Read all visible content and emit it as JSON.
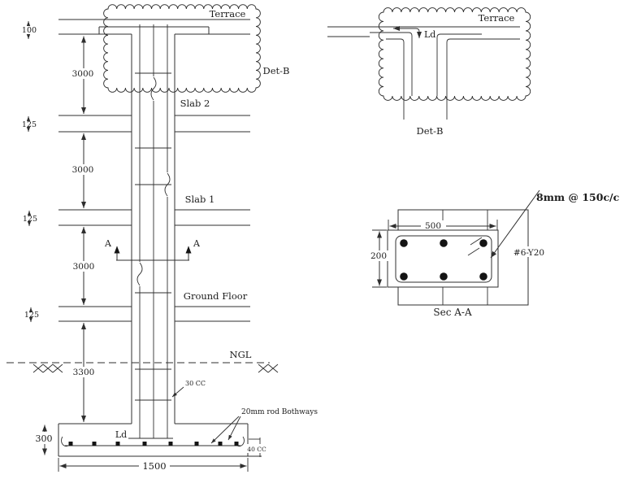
{
  "colors": {
    "line": "#2f2f2f",
    "background": "#ffffff"
  },
  "elevation": {
    "terrace_label": "Terrace",
    "detail_ref_label": "Det-B",
    "slab2_label": "Slab 2",
    "slab1_label": "Slab 1",
    "ground_floor_label": "Ground Floor",
    "ngl_label": "NGL",
    "section_marker_left": "A",
    "section_marker_right": "A",
    "dims": {
      "terrace_slab": "100",
      "storey_1": "3000",
      "slab2_thickness": "125",
      "storey_2": "3000",
      "slab1_thickness": "125",
      "storey_3": "3000",
      "ground_slab_thickness": "125",
      "below_ground": "3300"
    },
    "notes": {
      "stirrup_spacing": "30 CC"
    },
    "footing": {
      "ld_label": "Ld",
      "rod_note": "20mm rod Bothways",
      "cover_note": "40 CC",
      "dim_depth": "300",
      "dim_width": "1500"
    }
  },
  "detail_b": {
    "terrace_label": "Terrace",
    "ld_label": "Ld",
    "title": "Det-B"
  },
  "section_aa": {
    "title": "Sec A-A",
    "dim_width": "500",
    "dim_depth": "200",
    "stirrup_note": "8mm @ 150c/c",
    "main_bar_note": "#6-Y20"
  }
}
